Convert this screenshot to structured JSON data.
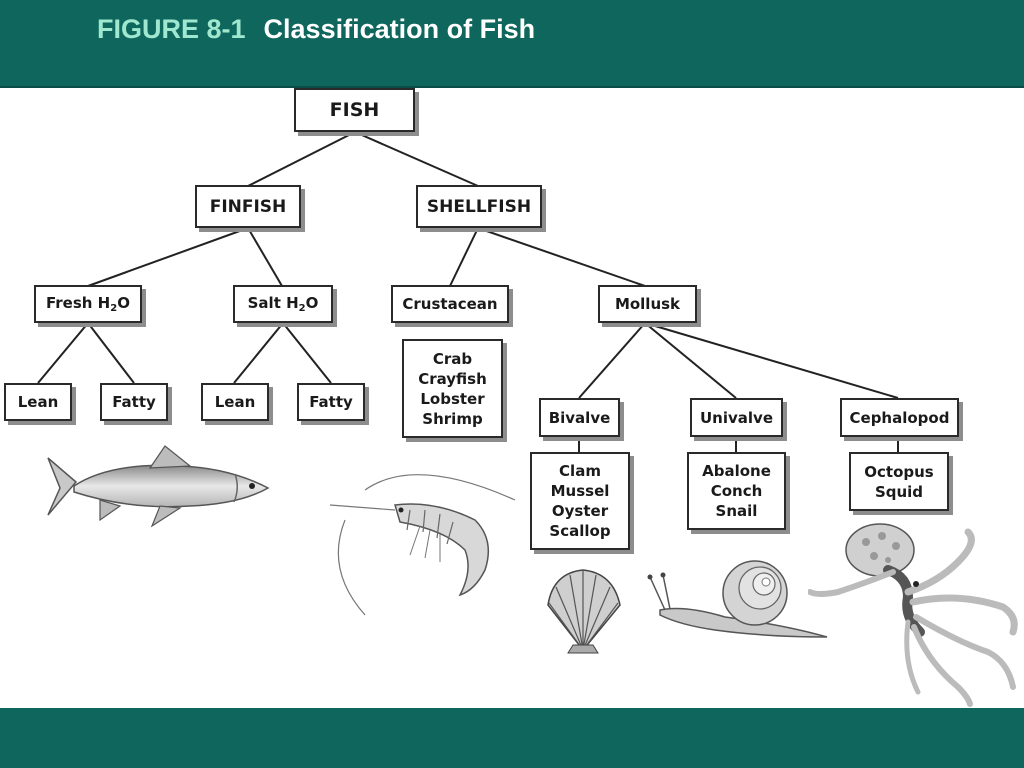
{
  "header": {
    "figure_number": "FIGURE 8-1",
    "caption": "Classification of Fish"
  },
  "tree": {
    "root": "FISH",
    "finfish": "FINFISH",
    "shellfish": "SHELLFISH",
    "fresh": {
      "main": "Fresh H",
      "sub": "2",
      "tail": "O"
    },
    "salt": {
      "main": "Salt H",
      "sub": "2",
      "tail": "O"
    },
    "fresh_lean": "Lean",
    "fresh_fatty": "Fatty",
    "salt_lean": "Lean",
    "salt_fatty": "Fatty",
    "crustacean": "Crustacean",
    "mollusk": "Mollusk",
    "crustacean_examples": [
      "Crab",
      "Crayfish",
      "Lobster",
      "Shrimp"
    ],
    "bivalve": "Bivalve",
    "univalve": "Univalve",
    "cephalopod": "Cephalopod",
    "bivalve_examples": [
      "Clam",
      "Mussel",
      "Oyster",
      "Scallop"
    ],
    "univalve_examples": [
      "Abalone",
      "Conch",
      "Snail"
    ],
    "cephalopod_examples": [
      "Octopus",
      "Squid"
    ]
  },
  "illustrations": [
    "trout-icon",
    "shrimp-icon",
    "scallop-icon",
    "snail-icon",
    "octopus-icon"
  ],
  "colors": {
    "header_bg": "#0e665c",
    "figure_number": "#9fe8cf",
    "caption": "#ffffff"
  }
}
